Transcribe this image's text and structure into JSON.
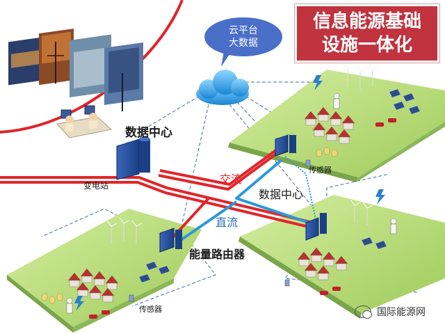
{
  "title": {
    "line1": "信息能源基础",
    "line2": "设施一体化"
  },
  "cloud": {
    "line1": "云平台",
    "line2": "大数据"
  },
  "labels": {
    "datacenter_top": "数据中心",
    "substation": "变电站",
    "ac": "交流",
    "dc": "直流",
    "datacenter_mid": "数据中心",
    "energy_router": "能量路由器",
    "sensor_right": "传感器",
    "sensor_left": "传感器"
  },
  "watermark": "国际能源网",
  "colors": {
    "ac_line": "#e0262b",
    "dc_line": "#2a9ad6",
    "title_bg": "#c0333f",
    "cloud": "#3fa9e6",
    "cloud_bubble": "#4a6fc9",
    "ground": "#b7da7a",
    "dashed": "#4a6aa6"
  }
}
